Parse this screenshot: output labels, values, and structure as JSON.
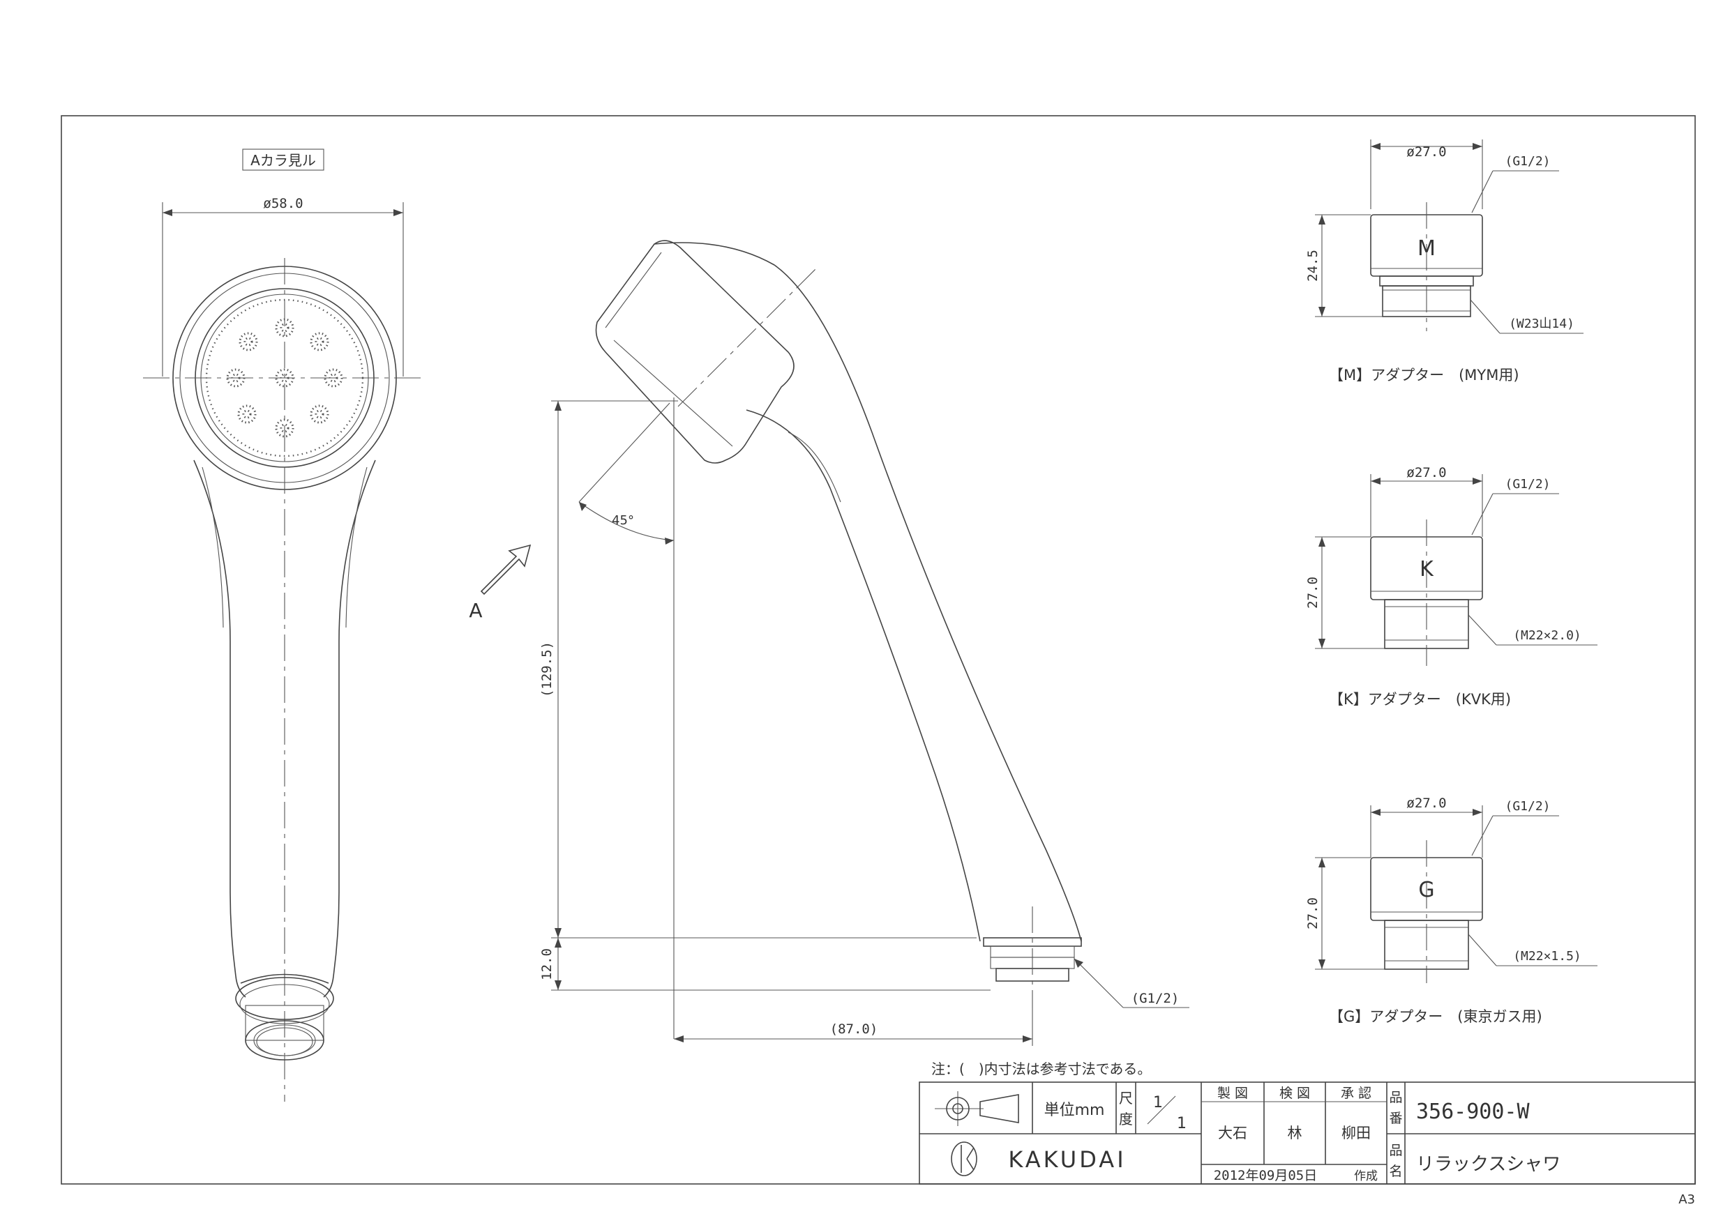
{
  "front_view": {
    "view_label": "Aカラ見ル",
    "diameter_label": "ø58.0"
  },
  "side_view": {
    "view_arrow_label": "A",
    "angle_label": "45°",
    "height_label": "(129.5)",
    "bottom_height_label": "12.0",
    "width_label": "(87.0)",
    "thread_label": "(G1/2)"
  },
  "adapters": [
    {
      "letter": "M",
      "diameter": "ø27.0",
      "height": "24.5",
      "top_thread": "(G1/2)",
      "bottom_thread": "(W23山14)",
      "caption": "【M】アダプター　(MYM用)"
    },
    {
      "letter": "K",
      "diameter": "ø27.0",
      "height": "27.0",
      "top_thread": "(G1/2)",
      "bottom_thread": "(M22×2.0)",
      "caption": "【K】アダプター　(KVK用)"
    },
    {
      "letter": "G",
      "diameter": "ø27.0",
      "height": "27.0",
      "top_thread": "(G1/2)",
      "bottom_thread": "(M22×1.5)",
      "caption": "【G】アダプター　(東京ガス用)"
    }
  ],
  "note": "注：(　)内寸法は参考寸法である。",
  "title_block": {
    "unit": "単位mm",
    "scale_label_1": "尺",
    "scale_label_2": "度",
    "scale_num": "1",
    "scale_den": "1",
    "drawn_label": "製 図",
    "checked_label": "検 図",
    "approved_label": "承 認",
    "drawn_by": "大石",
    "checked_by": "林",
    "approved_by": "柳田",
    "part_no_label_1": "品",
    "part_no_label_2": "番",
    "part_name_label_1": "品",
    "part_name_label_2": "名",
    "part_no": "356-900-W",
    "part_name": "リラックスシャワ",
    "company": "KAKUDAI",
    "date": "2012年09月05日",
    "created": "作成"
  },
  "sheet_size": "A3"
}
